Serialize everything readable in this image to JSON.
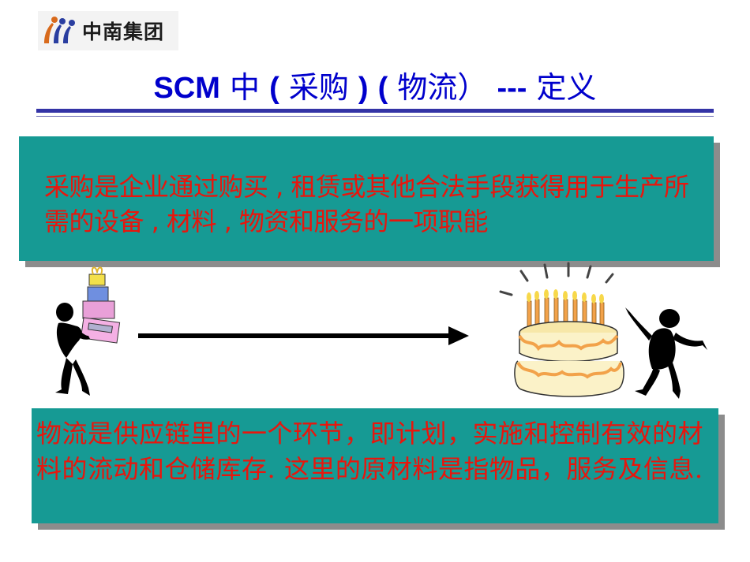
{
  "logo": {
    "text": "中南集团",
    "icon": "zhongnan-logo-icon"
  },
  "title": {
    "part1": "SCM",
    "part2": " 中   ",
    "part3": "(",
    "part4": " 采购 ",
    "part5": ")",
    "part6": " ",
    "part7": "(",
    "part8": " 物流） ",
    "part9": "---",
    "part10": "  定义"
  },
  "box_purchase": {
    "text": "采购是企业通过购买 , 租赁或其他合法手段获得用于生产所需的设备 , 材料 , 物资和服务的一项职能"
  },
  "box_logistics": {
    "text": "物流是供应链里的一个环节，即计划，实施和控制有效的材料的流动和仓储库存. 这里的原材料是指物品，服务及信息."
  },
  "colors": {
    "title": "#0000cc",
    "box_fill": "#169a94",
    "box_text": "#e8160d",
    "rule": "#3333a6",
    "shadow": "#8c8c8c"
  },
  "illustration": {
    "left_figure": "person-carrying-gifts-icon",
    "arrow": "right-arrow-icon",
    "cake": "birthday-cake-icon",
    "right_figure": "person-cheering-icon"
  }
}
